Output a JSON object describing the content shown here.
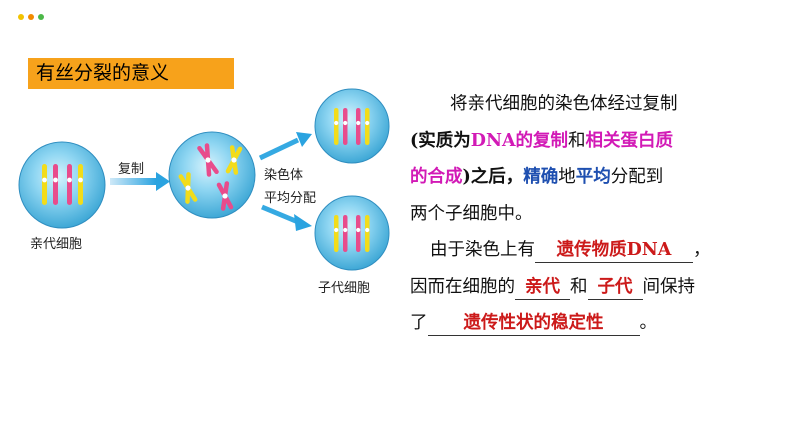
{
  "section_title": "有丝分裂的意义",
  "diagram": {
    "parent_label": "亲代细胞",
    "replicate_label": "复制",
    "distribute_label_1": "染色体",
    "distribute_label_2": "平均分配",
    "daughter_label": "子代细胞"
  },
  "paragraph1": {
    "line1": "将亲代细胞的染色体经过复制",
    "line2_a": "(实质为",
    "line2_b": "DNA的复制",
    "line2_c": "和",
    "line2_d": "相关蛋白质",
    "line3_a": "的合成",
    "line3_b": ")之后，",
    "line3_c": "精确",
    "line3_d": "地",
    "line3_e": "平均",
    "line3_f": "分配到",
    "line4": "两个子细胞中。"
  },
  "paragraph2": {
    "line1_a": "由于染色上有",
    "blank1": "遗传物质DNA",
    "line1_b": "，",
    "line2_a": "因而在细胞的",
    "blank2": "亲代",
    "line2_b": "和",
    "blank3": "子代",
    "line2_c": "间保持",
    "line3_a": "了",
    "blank4": "遗传性状的稳定性",
    "line3_b": "。"
  },
  "colors": {
    "accent": "#f7a21b",
    "cell_fill": "#63c3ea",
    "arrow": "#35a9e2",
    "chromosome_yellow": "#f2dc1a",
    "chromosome_pink": "#e84c8c",
    "pink_text": "#d21ab6",
    "blue_text": "#1e4fb0",
    "red_text": "#cc1a1a"
  },
  "decoration": {
    "dot_colors": [
      "#f2c300",
      "#f28a00",
      "#4cb848"
    ]
  }
}
